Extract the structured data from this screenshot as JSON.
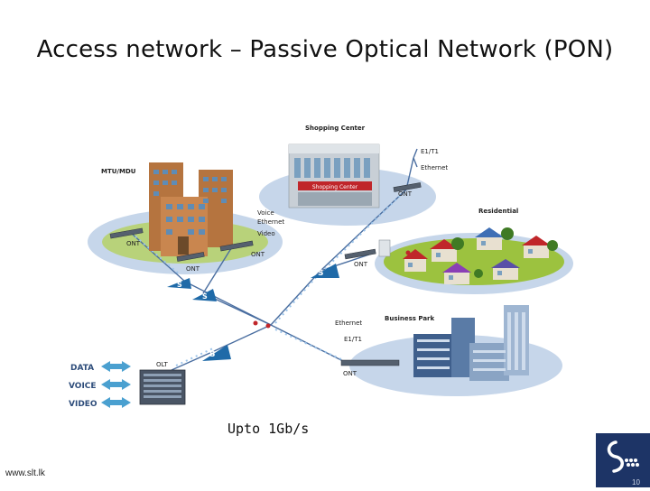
{
  "slide": {
    "title": "Access network – Passive Optical Network (PON)",
    "speed_caption": "Upto 1Gb/s",
    "footer_url": "www.slt.lk",
    "page_number": "10"
  },
  "diagram": {
    "labels": {
      "shopping_center": "Shopping Center",
      "shopping_sign": "Shopping Center",
      "mtu_mdu": "MTU/MDU",
      "residential": "Residential",
      "business_park": "Business Park",
      "olt": "OLT",
      "ont": "ONT",
      "splitter": "S",
      "shop_e1t1": "E1/T1",
      "shop_ethernet": "Ethernet",
      "mtu_voice": "Voice",
      "mtu_ethernet": "Ethernet",
      "mtu_video": "Video",
      "biz_ethernet": "Ethernet",
      "biz_e1t1": "E1/T1",
      "data": "DATA",
      "voice": "VOICE",
      "video": "VIDEO"
    },
    "colors": {
      "ellipse": "#c6d6ea",
      "grass": "#9cc23f",
      "fiber": "#4a6ea0",
      "arrow": "#4aa0d0",
      "splitter": "#1f6aa8",
      "building_brown": "#b5743f",
      "logo_bg": "#1d3466"
    }
  }
}
